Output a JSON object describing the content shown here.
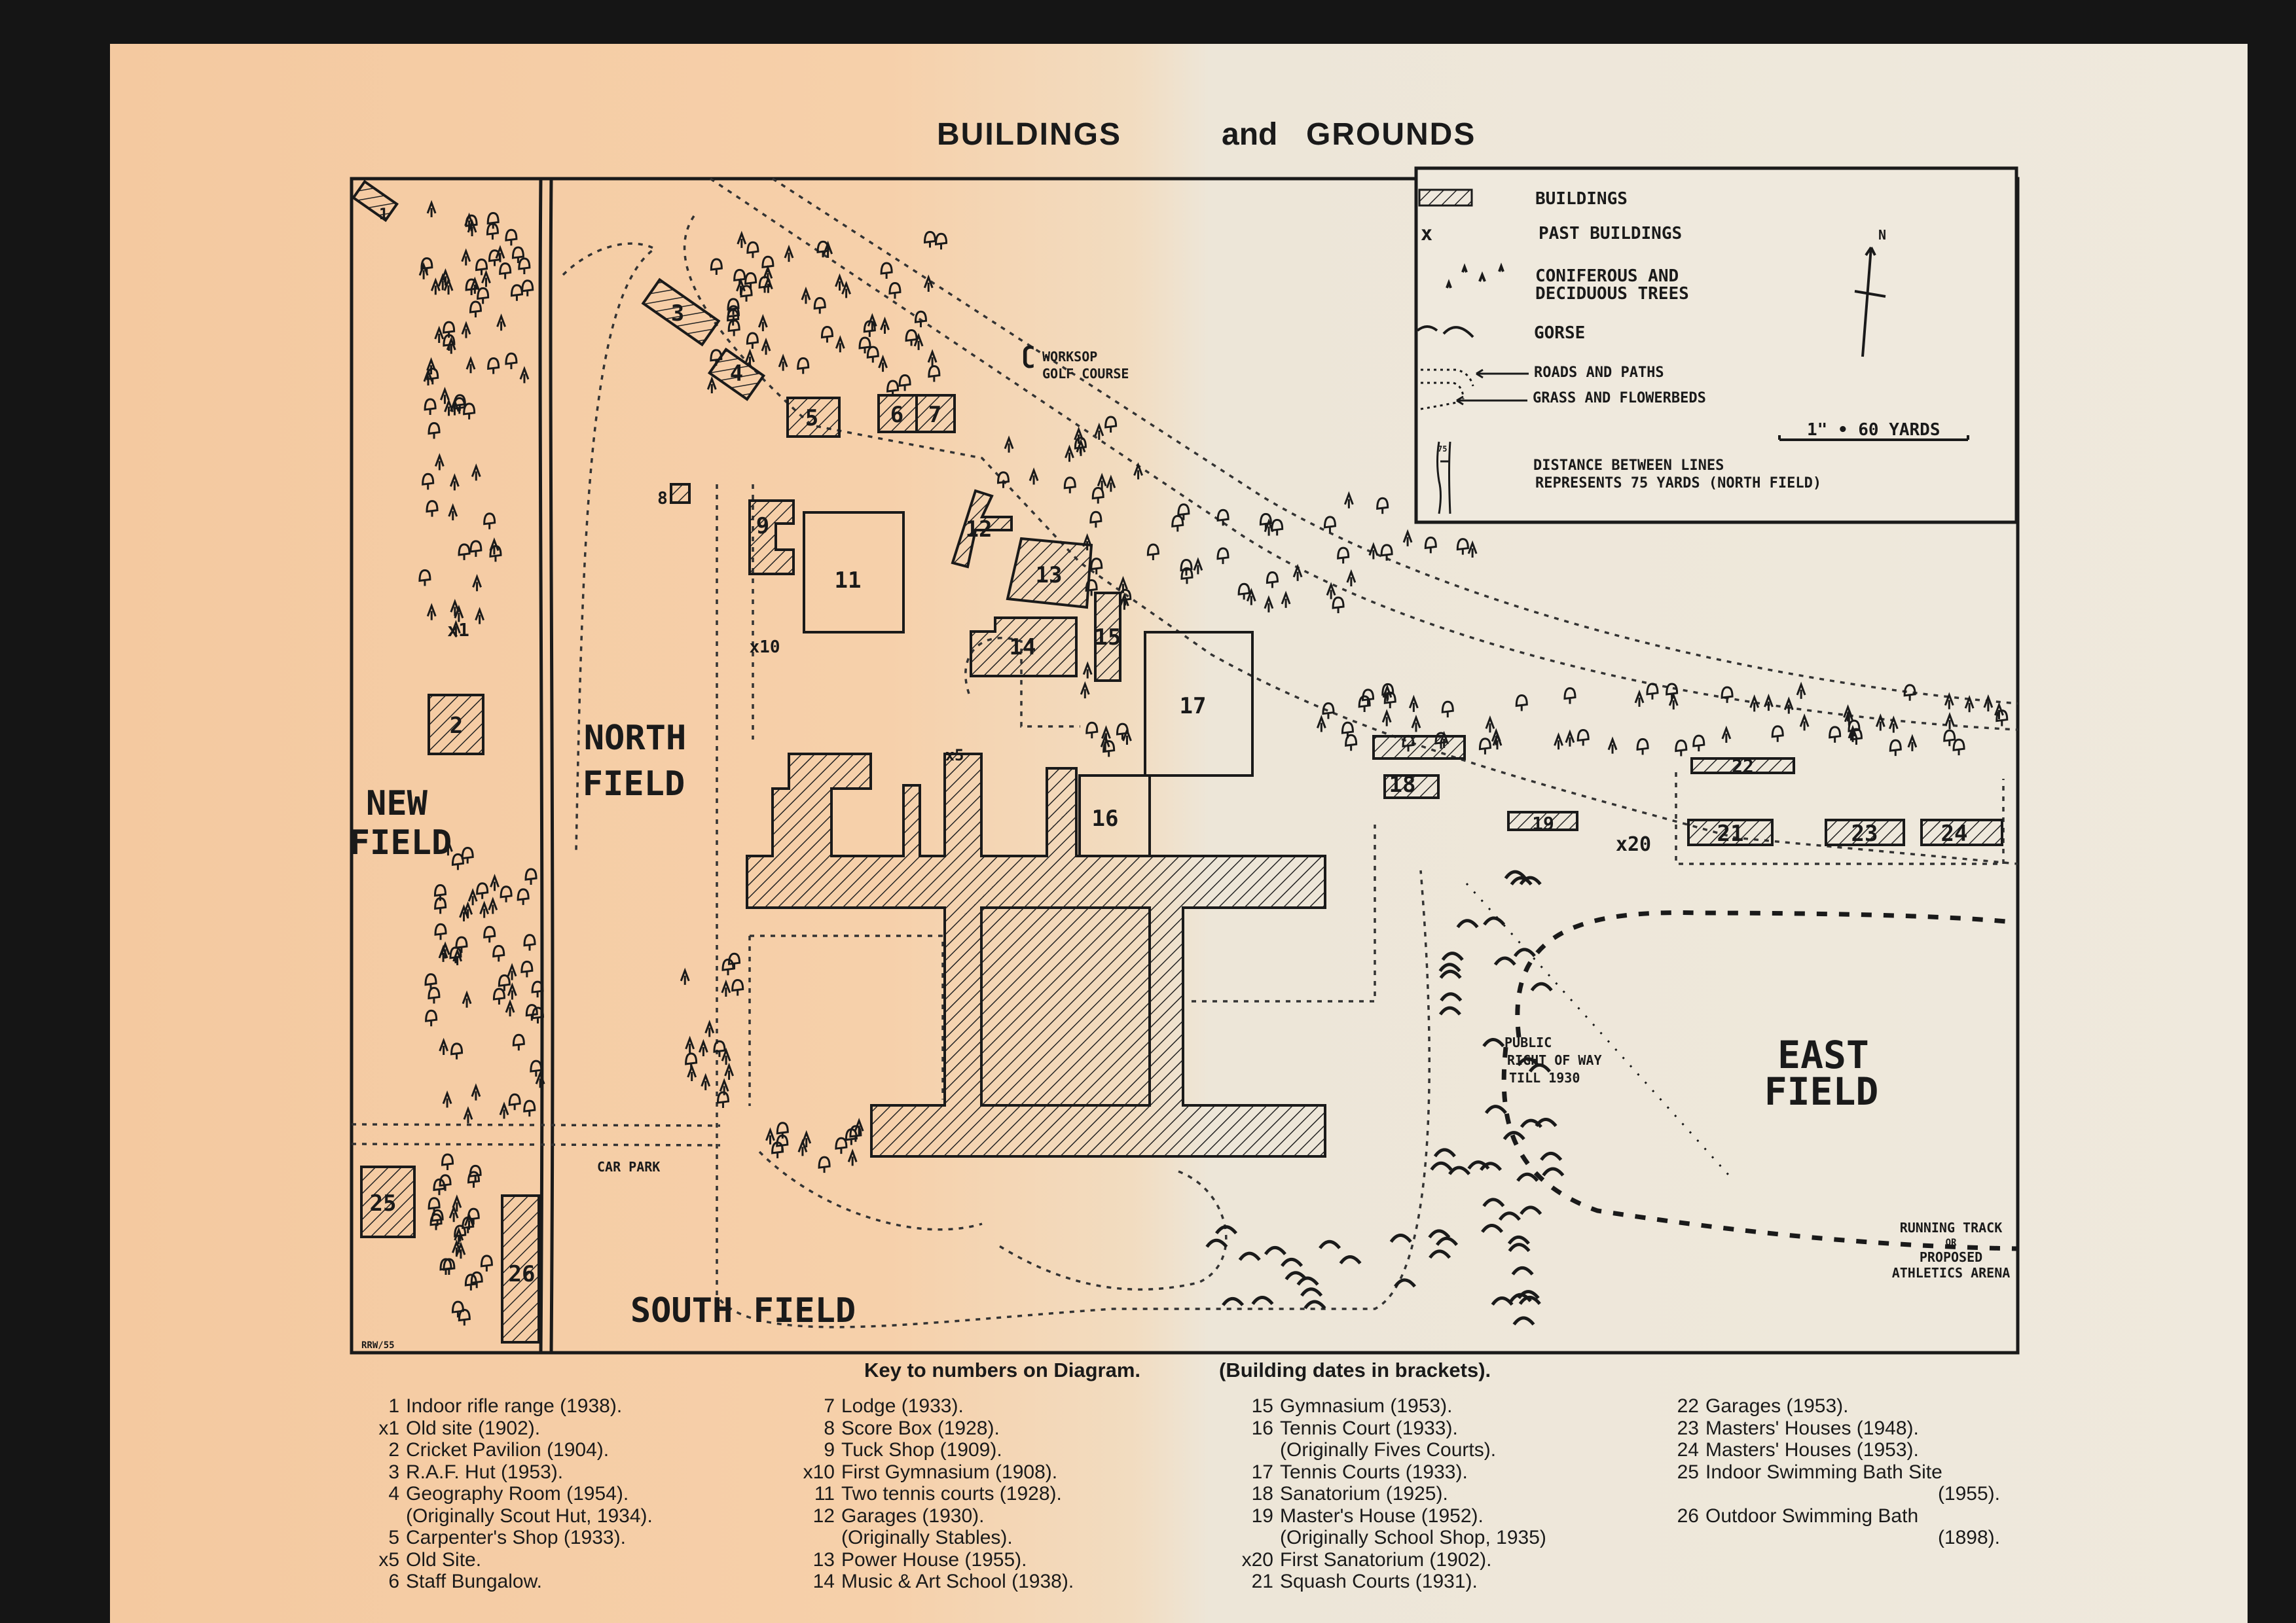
{
  "title": {
    "left": "BUILDINGS",
    "and": "and",
    "right": "GROUNDS"
  },
  "legend": {
    "buildings": "BUILDINGS",
    "past_marker": "x",
    "past_buildings": "PAST BUILDINGS",
    "trees_line1": "CONIFEROUS AND",
    "trees_line2": "DECIDUOUS TREES",
    "gorse": "GORSE",
    "roads": "ROADS AND PATHS",
    "grass": "GRASS AND FLOWERBEDS",
    "north": "N",
    "scale": "1\" • 60 YARDS",
    "distance_marker": "75",
    "distance_line1": "DISTANCE BETWEEN LINES",
    "distance_line2": "REPRESENTS 75 YARDS (NORTH FIELD)"
  },
  "map": {
    "fields": {
      "new_1": "NEW",
      "new_2": "FIELD",
      "north_1": "NORTH",
      "north_2": "FIELD",
      "south": "SOUTH FIELD",
      "east_1": "EAST",
      "east_2": "FIELD"
    },
    "notes": {
      "golf_1": "WORKSOP",
      "golf_2": "GOLF COURSE",
      "car_park": "CAR PARK",
      "row_1": "PUBLIC",
      "row_2": "RIGHT OF WAY",
      "row_3": "TILL 1930",
      "track_1": "RUNNING TRACK",
      "track_2": "OR",
      "track_3": "PROPOSED",
      "track_4": "ATHLETICS ARENA",
      "signature": "RRW/55"
    },
    "buildings": [
      "1",
      "2",
      "3",
      "4",
      "5",
      "6",
      "7",
      "8",
      "9",
      "11",
      "12",
      "13",
      "14",
      "15",
      "16",
      "17",
      "18",
      "19",
      "21",
      "22",
      "23",
      "24",
      "25",
      "26"
    ],
    "past": [
      "x1",
      "x10",
      "x5",
      "x20"
    ]
  },
  "key": {
    "heading": "Key to numbers on Diagram.",
    "subheading": "(Building dates in brackets).",
    "columns": [
      [
        {
          "num": "1",
          "text": "Indoor rifle range (1938)."
        },
        {
          "num": "x1",
          "text": "Old site (1902)."
        },
        {
          "num": "2",
          "text": "Cricket Pavilion (1904)."
        },
        {
          "num": "3",
          "text": "R.A.F. Hut (1953)."
        },
        {
          "num": "4",
          "text": "Geography Room (1954)."
        },
        {
          "num": "",
          "text": "(Originally Scout Hut, 1934)."
        },
        {
          "num": "5",
          "text": "Carpenter's Shop (1933)."
        },
        {
          "num": "x5",
          "text": "Old Site."
        },
        {
          "num": "6",
          "text": "Staff Bungalow."
        }
      ],
      [
        {
          "num": "7",
          "text": "Lodge (1933)."
        },
        {
          "num": "8",
          "text": "Score Box (1928)."
        },
        {
          "num": "9",
          "text": "Tuck Shop (1909)."
        },
        {
          "num": "x10",
          "text": "First Gymnasium (1908)."
        },
        {
          "num": "11",
          "text": "Two tennis courts (1928)."
        },
        {
          "num": "12",
          "text": "Garages (1930)."
        },
        {
          "num": "",
          "text": "(Originally Stables)."
        },
        {
          "num": "13",
          "text": "Power House (1955)."
        },
        {
          "num": "14",
          "text": "Music & Art School (1938)."
        }
      ],
      [
        {
          "num": "15",
          "text": "Gymnasium (1953)."
        },
        {
          "num": "16",
          "text": "Tennis Court (1933)."
        },
        {
          "num": "",
          "text": "(Originally Fives Courts)."
        },
        {
          "num": "17",
          "text": "Tennis Courts (1933)."
        },
        {
          "num": "18",
          "text": "Sanatorium (1925)."
        },
        {
          "num": "19",
          "text": "Master's House (1952)."
        },
        {
          "num": "",
          "text": "(Originally School Shop, 1935)"
        },
        {
          "num": "x20",
          "text": "First Sanatorium (1902)."
        },
        {
          "num": "21",
          "text": "Squash Courts (1931)."
        }
      ],
      [
        {
          "num": "22",
          "text": "Garages (1953)."
        },
        {
          "num": "23",
          "text": "Masters' Houses (1948)."
        },
        {
          "num": "24",
          "text": "Masters' Houses (1953)."
        },
        {
          "num": "25",
          "text": "Indoor Swimming Bath Site"
        },
        {
          "num": "",
          "text": "(1955).",
          "right": true
        },
        {
          "num": "26",
          "text": "Outdoor Swimming Bath"
        },
        {
          "num": "",
          "text": "(1898).",
          "right": true
        }
      ]
    ]
  }
}
